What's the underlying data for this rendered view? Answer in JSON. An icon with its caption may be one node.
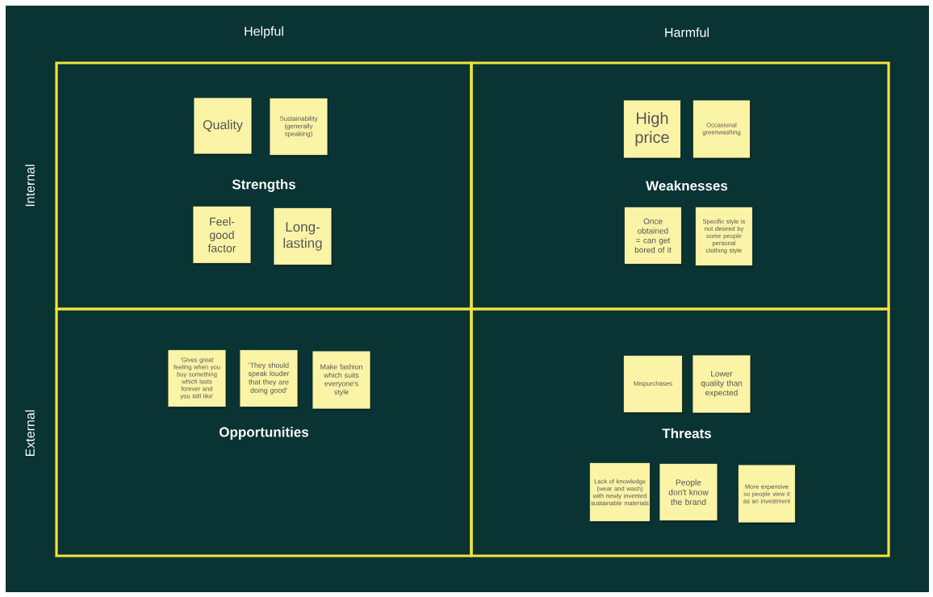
{
  "diagram": {
    "nodes": [
      {
        "text": [
          "Strengths"
        ]
      },
      {
        "text": [
          "Quality"
        ],
        "in": 0
      },
      {
        "text": [
          "Sustainability (generally speaking)"
        ],
        "in": 0
      },
      {
        "text": [
          "Feel-good factor"
        ],
        "in": 0
      },
      {
        "text": [
          "Long-lasting"
        ],
        "in": 0
      },
      {
        "text": [
          "Weaknesses"
        ]
      },
      {
        "text": [
          "High price"
        ],
        "in": 5
      },
      {
        "text": [
          "Occasional greenwashing"
        ],
        "in": 5
      },
      {
        "text": [
          "Once obtained = can get bored of it"
        ],
        "in": 5
      },
      {
        "text": [
          "Specific style is not desired by some people personal clothing style"
        ],
        "in": 5
      },
      {
        "text": [
          "Opportunities"
        ]
      },
      {
        "text": [
          "'Gives great feeling when you buy something which lasts forever and you still like'"
        ],
        "in": 10
      },
      {
        "text": [
          "'They should speak louder that they are doing good'"
        ],
        "in": 10
      },
      {
        "text": [
          "Make fashion which suits everyone's style"
        ],
        "in": 10
      },
      {
        "text": [
          "Threats"
        ]
      },
      {
        "text": [
          "Mispurchases"
        ],
        "in": 14
      },
      {
        "text": [
          "Lower quality than expected"
        ],
        "in": 14
      },
      {
        "text": [
          "Lack of knowledge (wear and wash) with newly invented sustainable materials"
        ],
        "in": 14
      },
      {
        "text": [
          "People don't know the brand"
        ],
        "in": 14
      },
      {
        "text": [
          "More expensive so people view it as an investment"
        ],
        "in": 14
      }
    ],
    "labels": [
      "Helpful",
      "Harmful",
      "Internal",
      "External"
    ]
  }
}
